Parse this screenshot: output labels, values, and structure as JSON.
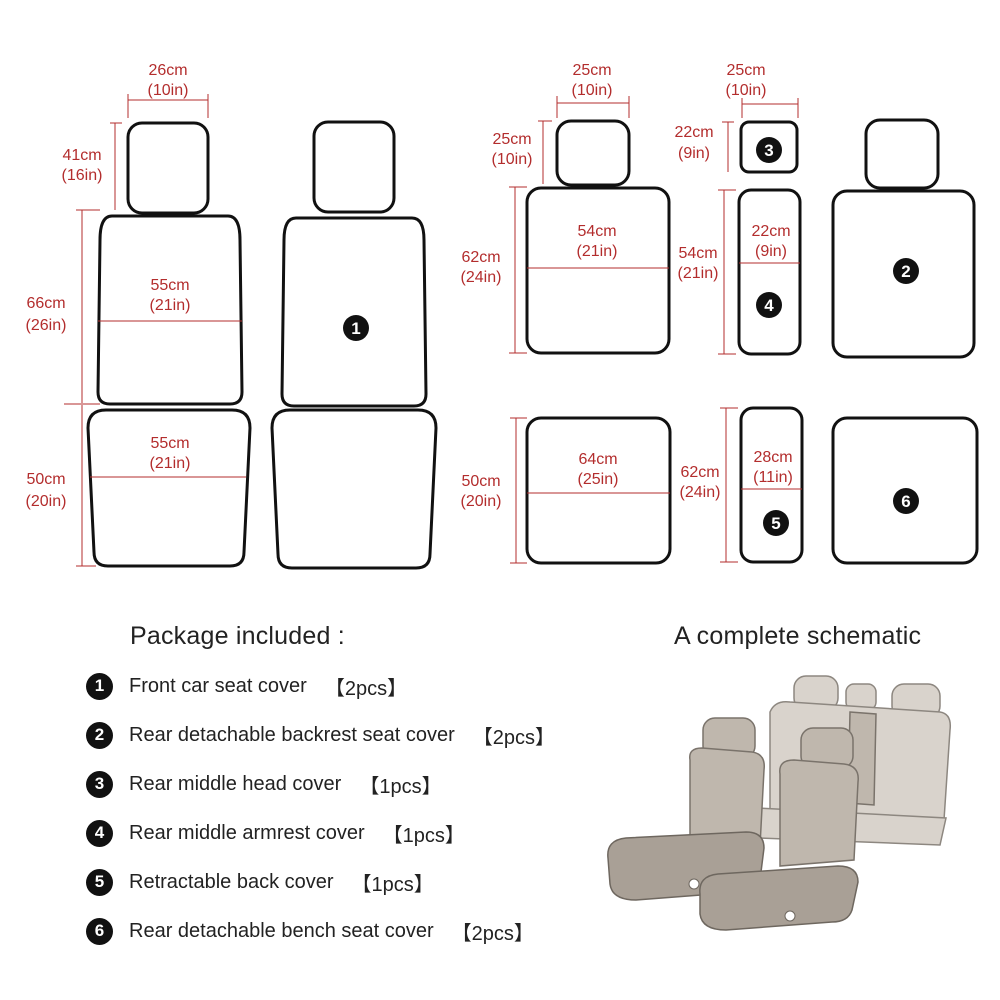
{
  "dimensions": {
    "front_head_width": [
      "26cm",
      "(10in)"
    ],
    "front_head_height": [
      "41cm",
      "(16in)"
    ],
    "front_back_height": [
      "66cm",
      "(26in)"
    ],
    "front_back_width": [
      "55cm",
      "(21in)"
    ],
    "front_bottom_width": [
      "55cm",
      "(21in)"
    ],
    "front_bottom_height": [
      "50cm",
      "(20in)"
    ],
    "rear_head_width": [
      "25cm",
      "(10in)"
    ],
    "rear_head_height": [
      "25cm",
      "(10in)"
    ],
    "rear_back_width": [
      "54cm",
      "(21in)"
    ],
    "rear_back_height": [
      "62cm",
      "(24in)"
    ],
    "middle_head_width": [
      "25cm",
      "(10in)"
    ],
    "middle_head_height": [
      "22cm",
      "(9in)"
    ],
    "armrest_height": [
      "54cm",
      "(21in)"
    ],
    "armrest_width": [
      "22cm",
      "(9in)"
    ],
    "bench_height": [
      "50cm",
      "(20in)"
    ],
    "bench_width": [
      "64cm",
      "(25in)"
    ],
    "retract_height": [
      "62cm",
      "(24in)"
    ],
    "retract_width": [
      "28cm",
      "(11in)"
    ]
  },
  "badges": {
    "b1": "1",
    "b2": "2",
    "b3": "3",
    "b4": "4",
    "b5": "5",
    "b6": "6"
  },
  "package": {
    "title": "Package included :",
    "items": [
      {
        "num": "1",
        "text": "Front car seat cover",
        "qty": "【2pcs】"
      },
      {
        "num": "2",
        "text": "Rear detachable backrest seat cover",
        "qty": "【2pcs】"
      },
      {
        "num": "3",
        "text": "Rear middle head cover",
        "qty": "【1pcs】"
      },
      {
        "num": "4",
        "text": "Rear middle armrest cover",
        "qty": "【1pcs】"
      },
      {
        "num": "5",
        "text": "Retractable back cover",
        "qty": "【1pcs】"
      },
      {
        "num": "6",
        "text": "Rear detachable bench seat cover",
        "qty": "【2pcs】"
      }
    ]
  },
  "schematic": {
    "title": "A complete schematic"
  },
  "colors": {
    "dimension": "#b32d2d",
    "outline": "#111111",
    "badge": "#111111",
    "text": "#222222"
  }
}
